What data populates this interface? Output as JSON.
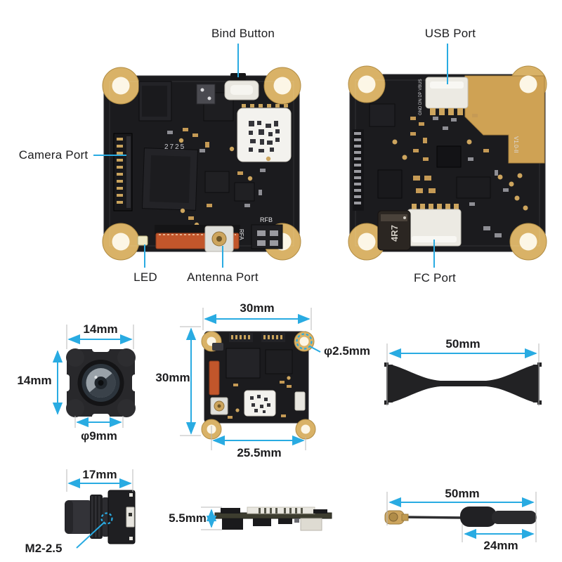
{
  "colors": {
    "accent": "#29abe2",
    "label_text": "#1d1d1f",
    "extension_line": "#b8b8b8",
    "pcb_black": "#1b1b1e",
    "pad_gold": "#d9b267",
    "copper_pour": "#cfa254",
    "connector_white": "#eceae3",
    "connector_orange": "#c2562b"
  },
  "callouts": {
    "bind_button": "Bind Button",
    "usb_port": "USB Port",
    "camera_port": "Camera Port",
    "led": "LED",
    "antenna_port": "Antenna Port",
    "fc_port": "FC Port"
  },
  "dimensions": {
    "camera_front": {
      "width": "14mm",
      "height": "14mm",
      "lens": "φ9mm"
    },
    "board_top": {
      "width": "30mm",
      "height": "30mm",
      "hole": "φ2.5mm",
      "hole_pitch": "25.5mm"
    },
    "dipole_antenna": {
      "length": "50mm"
    },
    "camera_side": {
      "width": "17mm",
      "screw": "M2-2.5"
    },
    "board_side": {
      "height": "5.5mm"
    },
    "whip_antenna": {
      "length": "50mm",
      "tube": "24mm"
    }
  },
  "silkscreen": {
    "rfa": "RFA",
    "rfb": "RFB",
    "marking": "2725",
    "inductor": "4R7",
    "version": "V1.0-II",
    "usb_pins": "GND DN DP VBUS"
  }
}
